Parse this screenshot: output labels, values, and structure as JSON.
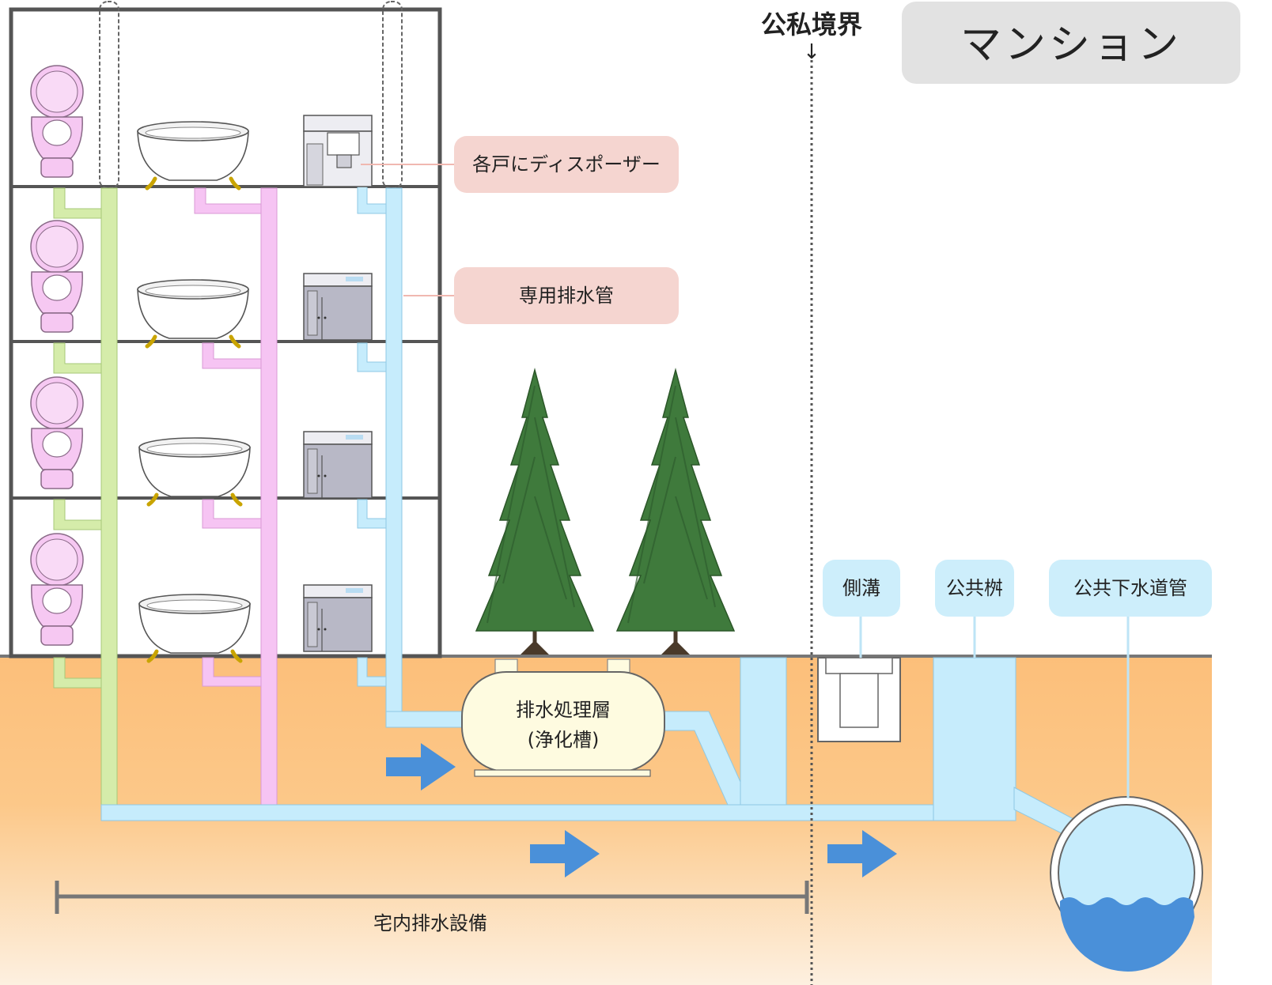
{
  "title_badge": "マンション",
  "boundary": {
    "label": "公私境界",
    "arrow": "↓"
  },
  "callouts": {
    "disposer": "各戸にディスポーザー",
    "dedicated_pipe": "専用排水管",
    "gutter": "側溝",
    "public_basin": "公共桝",
    "public_sewer": "公共下水道管"
  },
  "tank": {
    "line1": "排水処理層",
    "line2": "(浄化槽)"
  },
  "span_label": "宅内排水設備",
  "colors": {
    "ground": "#fcc17e",
    "ground_light": "#fde8cf",
    "pipe_green": "#d5ecaa",
    "pipe_pink": "#f6c4f3",
    "pipe_blue": "#c6ecfc",
    "flow_arrow": "#4a90d9",
    "tank": "#fefbe0",
    "building_line": "#555555"
  },
  "icons": [
    "toilet-icon",
    "bathtub-icon",
    "sink-cabinet-icon",
    "tree-icon",
    "flow-arrow-icon",
    "sewer-pipe-icon"
  ]
}
